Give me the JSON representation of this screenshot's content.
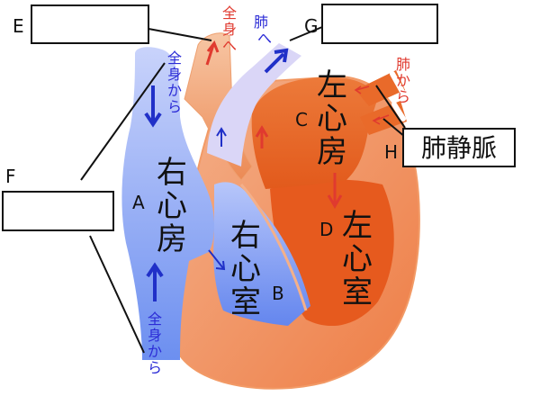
{
  "labels": {
    "E": "E",
    "F": "F",
    "G": "G",
    "H": "H",
    "A": "A",
    "B": "B",
    "C": "C",
    "D": "D"
  },
  "answer_boxes": {
    "E": "",
    "F": "",
    "G": "",
    "H": "肺静脈"
  },
  "chambers": {
    "right_atrium": [
      "右",
      "心",
      "房"
    ],
    "right_ventricle": [
      "右",
      "心",
      "室"
    ],
    "left_atrium": [
      "左",
      "心",
      "房"
    ],
    "left_ventricle": [
      "左",
      "心",
      "室"
    ]
  },
  "flow_labels": {
    "from_body_top": [
      "全",
      "身",
      "か",
      "ら"
    ],
    "from_body_bottom": [
      "全",
      "身",
      "か",
      "ら"
    ],
    "to_body": [
      "全",
      "身",
      "へ"
    ],
    "to_lungs": [
      "肺",
      "へ"
    ],
    "from_lungs": [
      "肺",
      "か",
      "ら"
    ]
  },
  "colors": {
    "blue_blood": "#7f9ff2",
    "red_blood": "#e96a2a",
    "heart_outline": "#f3a070",
    "blue_text": "#2b2bd6",
    "red_text": "#e03a2f"
  }
}
